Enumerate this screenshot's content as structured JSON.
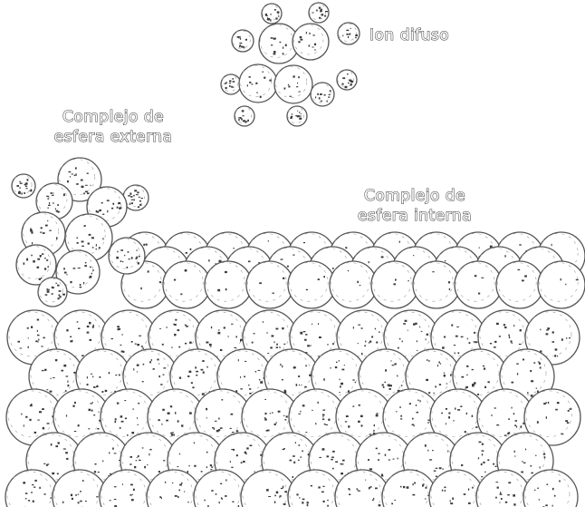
{
  "labels": {
    "ion_difuso": "Ion difuso",
    "esfera_externa": [
      "Complejo de",
      "esfera externa"
    ],
    "esfera_interna": [
      "Complejo de",
      "esfera interna"
    ]
  },
  "colors": {
    "outline": "#555555",
    "dots": "#3a3a3a",
    "background": "#ffffff"
  }
}
